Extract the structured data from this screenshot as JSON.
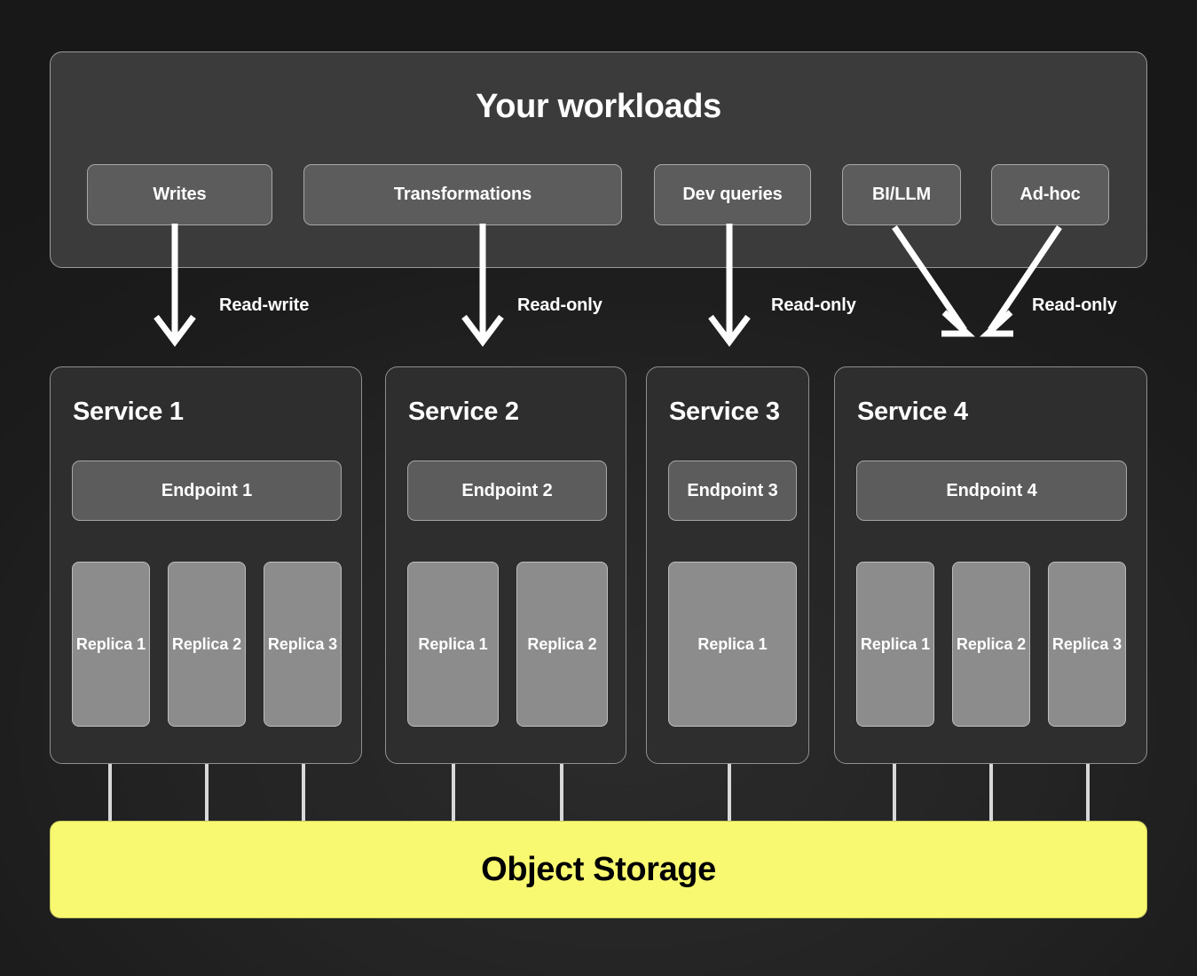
{
  "colors": {
    "background": "#1f1f1f",
    "panel": "#3b3b3b",
    "service_panel": "#2e2e2e",
    "chip": "#5c5c5c",
    "endpoint": "#5c5c5c",
    "replica": "#8c8c8c",
    "object_storage": "#f8f871",
    "border": "#9a9a9a",
    "text": "#ffffff",
    "arrow": "#ffffff"
  },
  "workloads": {
    "title": "Your workloads",
    "chips": [
      {
        "id": "writes",
        "label": "Writes"
      },
      {
        "id": "transformations",
        "label": "Transformations"
      },
      {
        "id": "devqueries",
        "label": "Dev queries"
      },
      {
        "id": "billm",
        "label": "BI/LLM"
      },
      {
        "id": "adhoc",
        "label": "Ad-hoc"
      }
    ]
  },
  "edges": [
    {
      "id": "rw",
      "label": "Read-write",
      "from": "Writes",
      "to": "Service 1",
      "kind": "vertical"
    },
    {
      "id": "ro1",
      "label": "Read-only",
      "from": "Transformations",
      "to": "Service 2",
      "kind": "vertical"
    },
    {
      "id": "ro2",
      "label": "Read-only",
      "from": "Dev queries",
      "to": "Service 3",
      "kind": "vertical"
    },
    {
      "id": "ro3",
      "label": "Read-only",
      "from": "BI/LLM, Ad-hoc",
      "to": "Service 4",
      "kind": "diagonal-pair"
    }
  ],
  "services": [
    {
      "id": "service-1",
      "title": "Service 1",
      "endpoint": "Endpoint 1",
      "replicas": [
        "Replica 1",
        "Replica 2",
        "Replica 3"
      ]
    },
    {
      "id": "service-2",
      "title": "Service 2",
      "endpoint": "Endpoint 2",
      "replicas": [
        "Replica 1",
        "Replica 2"
      ]
    },
    {
      "id": "service-3",
      "title": "Service 3",
      "endpoint": "Endpoint 3",
      "replicas": [
        "Replica 1"
      ]
    },
    {
      "id": "service-4",
      "title": "Service 4",
      "endpoint": "Endpoint 4",
      "replicas": [
        "Replica 1",
        "Replica 2",
        "Replica 3"
      ]
    }
  ],
  "storage": {
    "label": "Object Storage"
  }
}
